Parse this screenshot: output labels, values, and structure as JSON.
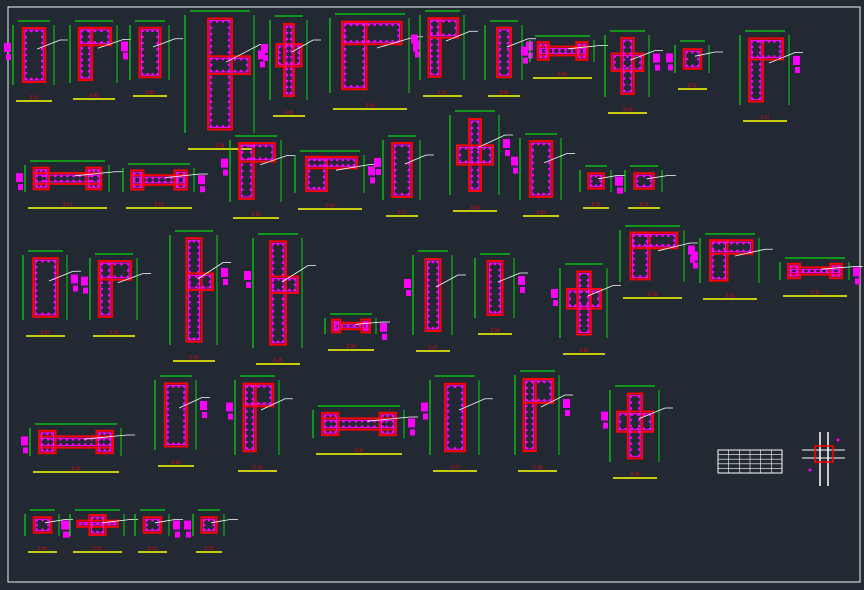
{
  "drawing": {
    "background": "#222933",
    "colors": {
      "frame": "#f2f2f2",
      "column": "#ff0000",
      "rebar": "#ff00ff",
      "dimension": "#00ff00",
      "title_line": "#ffff00",
      "leader": "#ffffff",
      "table": "#ffffff"
    }
  },
  "details": [
    {
      "id": "d01",
      "kind": "rect",
      "label": "Z-01"
    },
    {
      "id": "d02",
      "kind": "L",
      "label": "Z-02"
    },
    {
      "id": "d03",
      "kind": "rect",
      "label": "Z-03"
    },
    {
      "id": "d04",
      "kind": "tall",
      "label": "Z-04"
    },
    {
      "id": "d05",
      "kind": "T",
      "label": "Z-05"
    },
    {
      "id": "d06",
      "kind": "L",
      "label": "Z-06"
    },
    {
      "id": "d07",
      "kind": "L",
      "label": "Z-07"
    },
    {
      "id": "d08",
      "kind": "I",
      "label": "Z-08"
    },
    {
      "id": "d09",
      "kind": "H",
      "label": "Z-09"
    },
    {
      "id": "d10",
      "kind": "T",
      "label": "Z-10"
    },
    {
      "id": "d11",
      "kind": "small",
      "label": "Z-11"
    },
    {
      "id": "d12",
      "kind": "L",
      "label": "Z-12"
    },
    {
      "id": "d13",
      "kind": "H",
      "label": "Z-13"
    },
    {
      "id": "d14",
      "kind": "H",
      "label": "Z-14"
    },
    {
      "id": "d15",
      "kind": "L",
      "label": "Z-15"
    },
    {
      "id": "d16",
      "kind": "L",
      "label": "Z-16"
    },
    {
      "id": "d17",
      "kind": "rect",
      "label": "Z-17"
    },
    {
      "id": "d18",
      "kind": "cross",
      "label": "Z-18"
    },
    {
      "id": "d19",
      "kind": "rect",
      "label": "Z-19"
    },
    {
      "id": "d20",
      "kind": "small",
      "label": "Z-20"
    },
    {
      "id": "d21",
      "kind": "small",
      "label": "Z-21"
    },
    {
      "id": "d22",
      "kind": "rect",
      "label": "Z-22"
    },
    {
      "id": "d23",
      "kind": "L",
      "label": "Z-23"
    },
    {
      "id": "d24",
      "kind": "tall",
      "label": "Z-24"
    },
    {
      "id": "d25",
      "kind": "tall",
      "label": "Z-25"
    },
    {
      "id": "d26",
      "kind": "H",
      "label": "Z-26"
    },
    {
      "id": "d27",
      "kind": "I",
      "label": "Z-27"
    },
    {
      "id": "d28",
      "kind": "I",
      "label": "Z-28"
    },
    {
      "id": "d29",
      "kind": "T",
      "label": "Z-29"
    },
    {
      "id": "d30",
      "kind": "L",
      "label": "Z-30"
    },
    {
      "id": "d31",
      "kind": "L",
      "label": "Z-31"
    },
    {
      "id": "d32",
      "kind": "H",
      "label": "Z-32"
    },
    {
      "id": "d33",
      "kind": "H",
      "label": "Z-33"
    },
    {
      "id": "d34",
      "kind": "rect",
      "label": "Z-34"
    },
    {
      "id": "d35",
      "kind": "L",
      "label": "Z-35"
    },
    {
      "id": "d36",
      "kind": "H",
      "label": "Z-36"
    },
    {
      "id": "d37",
      "kind": "I",
      "label": "Z-37"
    },
    {
      "id": "d38",
      "kind": "L",
      "label": "Z-38"
    },
    {
      "id": "d39",
      "kind": "T",
      "label": "Z-39"
    },
    {
      "id": "d40",
      "kind": "small",
      "label": "Z-40"
    },
    {
      "id": "d41",
      "kind": "T",
      "label": "Z-41"
    },
    {
      "id": "d42",
      "kind": "small",
      "label": "Z-42"
    },
    {
      "id": "d43",
      "kind": "small",
      "label": "Z-43"
    }
  ],
  "schedule_table": {
    "rows": 5,
    "cols": 6
  },
  "section_mark": {
    "kind": "beam-column joint"
  }
}
